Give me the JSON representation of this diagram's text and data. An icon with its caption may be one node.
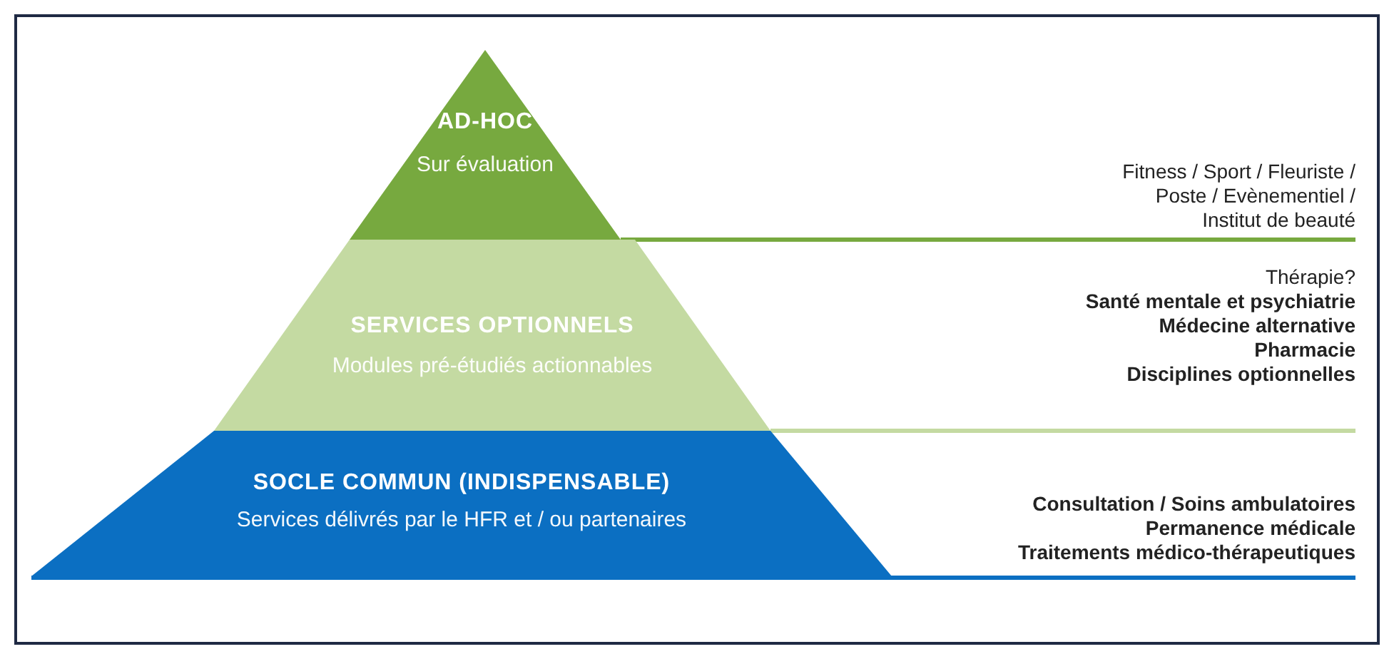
{
  "diagram": {
    "nodes": [
      {
        "text": [
          "AD-HOC",
          "Sur évaluation"
        ]
      },
      {
        "text": [
          "SERVICES OPTIONNELS",
          "Modules pré-étudiés actionnables"
        ],
        "beside": [
          "Thérapie?",
          "Santé mentale et psychiatrie",
          "Médecine alternative",
          "Pharmacie",
          "Disciplines optionnelles"
        ]
      },
      {
        "text": [
          "SOCLE COMMUN (INDISPENSABLE)",
          "Services délivrés par le HFR et / ou partenaires"
        ],
        "beside": [
          "Consultation / Soins ambulatoires",
          "Permanence médicale",
          "Traitements médico-thérapeutiques"
        ]
      }
    ],
    "labels": [
      "Fitness / Sport / Fleuriste / Poste / Evènementiel / Institut de beauté"
    ]
  }
}
